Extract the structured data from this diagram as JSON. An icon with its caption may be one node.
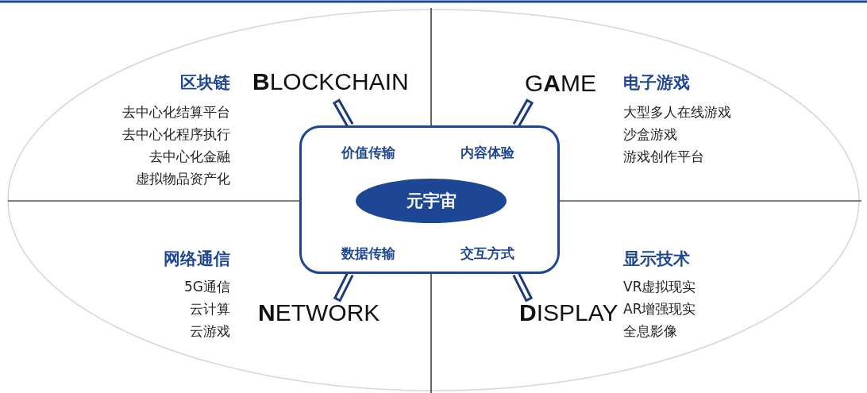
{
  "diagram": {
    "nodes": [
      {
        "text": [
          "价值传输",
          "内容体验",
          "数据传输",
          "交互方式"
        ]
      },
      {
        "text": [
          "元宇宙"
        ],
        "in": 0
      },
      {
        "text": [
          "**B**LOCKCHAIN"
        ]
      },
      {
        "text": [
          "G**A**ME"
        ]
      },
      {
        "text": [
          "**N**ETWORK"
        ]
      },
      {
        "text": [
          "**D**ISPLAY"
        ]
      }
    ],
    "edges": [
      {
        "from": 0,
        "to": 2,
        "arrow": "none"
      },
      {
        "from": 0,
        "to": 3,
        "arrow": "none"
      },
      {
        "from": 0,
        "to": 4,
        "arrow": "none"
      },
      {
        "from": 0,
        "to": 5,
        "arrow": "none"
      }
    ],
    "labels": [
      "区块链",
      "去中心化结算平台",
      "去中心化程序执行",
      "去中心化金融",
      "虚拟物品资产化",
      "电子游戏",
      "大型多人在线游戏",
      "沙盒游戏",
      "游戏创作平台",
      "网络通信",
      "5G通信",
      "云计算",
      "云游戏",
      "显示技术",
      "VR虚拟现实",
      "AR增强现实",
      "全息影像"
    ]
  }
}
